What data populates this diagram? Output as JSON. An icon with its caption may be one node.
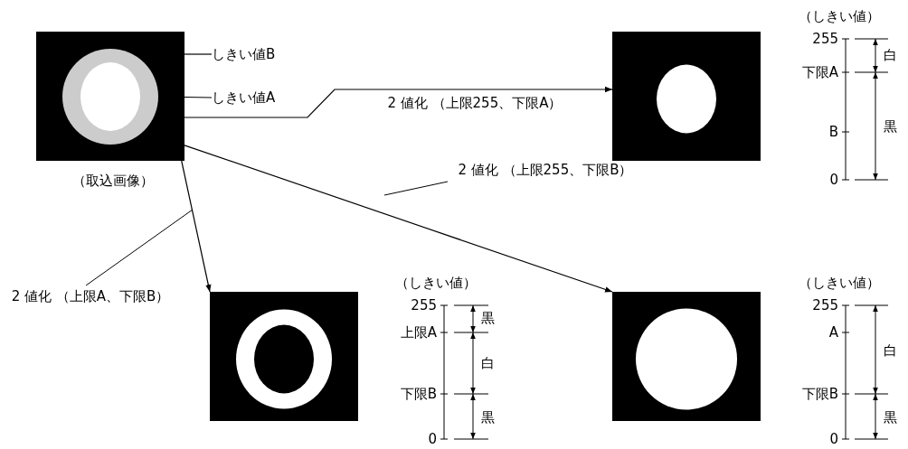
{
  "diagram": {
    "nodes": [
      {
        "text": [],
        "shape": "box",
        "beside": [
          "（取込画像）"
        ]
      },
      {
        "text": [],
        "shape": "circle",
        "in": 0
      },
      {
        "text": [
          "しきい値B"
        ]
      },
      {
        "text": [
          "しきい値A"
        ]
      },
      {
        "text": [],
        "shape": "box"
      },
      {
        "text": [],
        "shape": "box"
      },
      {
        "text": [],
        "shape": "box"
      }
    ],
    "edges": [
      {
        "from": 2,
        "to": 0,
        "arrow": "none"
      },
      {
        "from": 3,
        "to": 1,
        "arrow": "none"
      },
      {
        "from": 0,
        "to": 4,
        "arrow": "to",
        "label": "2 値化 （上限255、下限A）"
      },
      {
        "from": 0,
        "to": 5,
        "arrow": "to",
        "label": "2 値化 （上限A、下限B）"
      },
      {
        "from": 0,
        "to": 6,
        "arrow": "to",
        "label": "2 値化 （上限255、下限B）"
      }
    ],
    "labels": [
      "（しきい値）",
      "255",
      "下限A",
      "B",
      "0",
      "白",
      "黒",
      "（しきい値）",
      "255",
      "上限A",
      "下限B",
      "0",
      "黒",
      "白",
      "黒",
      "（しきい値）",
      "255",
      "A",
      "下限B",
      "0",
      "白",
      "黒"
    ]
  }
}
